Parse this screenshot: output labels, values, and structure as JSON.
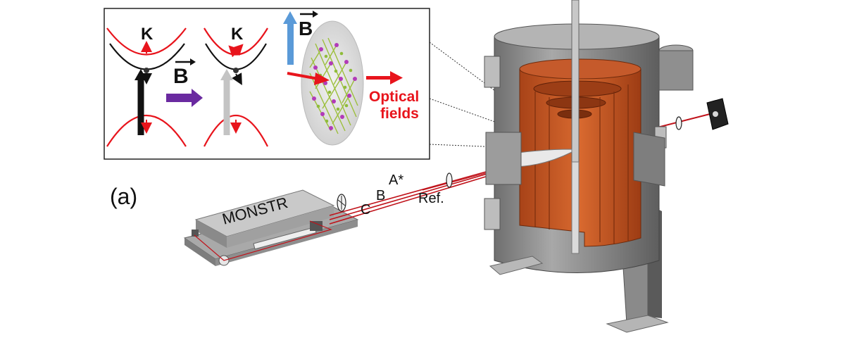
{
  "figure": {
    "panel_label": "(a)",
    "inset": {
      "valley_label_left": "K",
      "valley_label_right": "K",
      "field_symbol": "B",
      "field_symbol_top": "B",
      "optical_label_line1": "Optical",
      "optical_label_line2": "fields"
    },
    "setup": {
      "instrument_label": "MONSTR",
      "beam_labels": {
        "a": "A*",
        "b": "B",
        "c": "C",
        "ref": "Ref."
      }
    },
    "colors": {
      "band_red": "#e8141c",
      "band_black": "#111111",
      "field_arrow_purple": "#6a2aa0",
      "field_arrow_blue": "#5a9ad8",
      "optical_red": "#e8141c",
      "copper": "#c85a2a",
      "cryostat_gray": "#8c8c8c"
    }
  }
}
